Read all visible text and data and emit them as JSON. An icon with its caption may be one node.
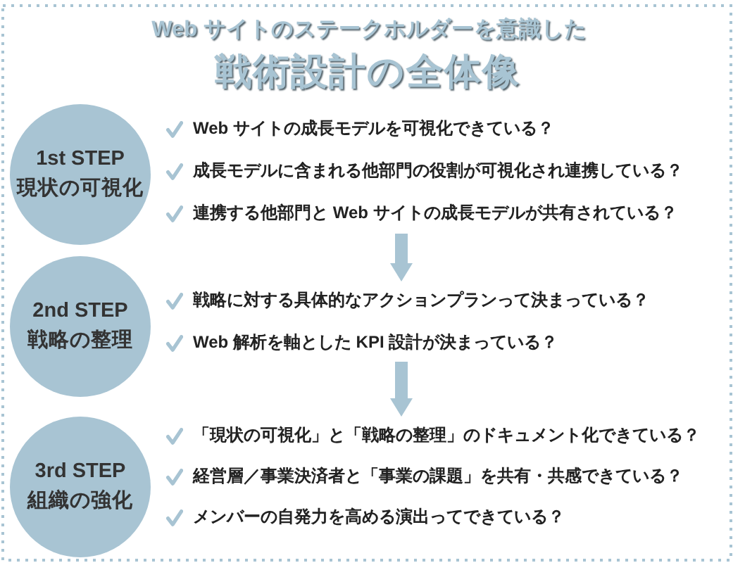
{
  "diagram": {
    "title": "戦術設計の全体像",
    "nodes": [
      {
        "text": [
          "1st STEP",
          "現状の可視化"
        ]
      },
      {
        "text": [
          "Web サイトの成長モデルを可視化できている？",
          "成長モデルに含まれる他部門の役割が可視化され連携している？",
          "連携する他部門と Web サイトの成長モデルが共有されている？"
        ]
      },
      {
        "text": [
          "2nd STEP",
          "戦略の整理"
        ]
      },
      {
        "text": [
          "戦略に対する具体的なアクションプランって決まっている？",
          "Web 解析を軸とした KPI 設計が決まっている？"
        ]
      },
      {
        "text": [
          "3rd STEP",
          "組織の強化"
        ]
      },
      {
        "text": [
          "「現状の可視化」と「戦略の整理」のドキュメント化できている？",
          "経営層／事業決済者と「事業の課題」を共有・共感できている？",
          "メンバーの自発力を高める演出ってできている？"
        ]
      }
    ],
    "edges": [
      {
        "from": 1,
        "to": 3,
        "arrow": "to"
      },
      {
        "from": 3,
        "to": 5,
        "arrow": "to"
      }
    ],
    "labels": [
      "Web サイトのステークホルダーを意識した"
    ]
  }
}
